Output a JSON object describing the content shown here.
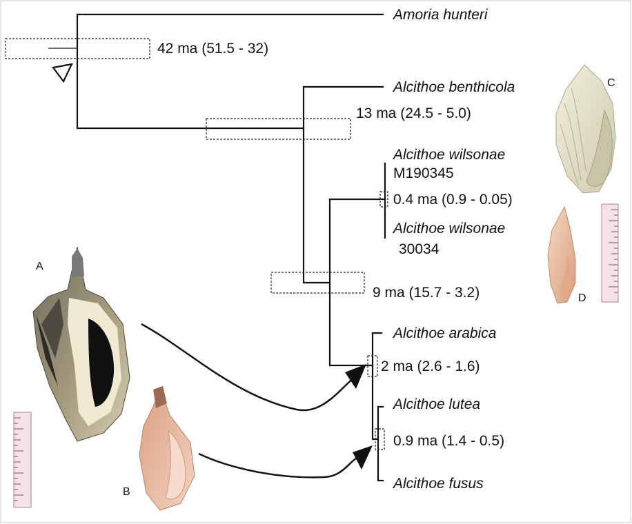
{
  "taxa": {
    "amoria_hunteri": "Amoria hunteri",
    "alcithoe_benthicola": "Alcithoe benthicola",
    "alcithoe_wilsonae_1": "Alcithoe wilsonae",
    "wilsonae_1_id": "M190345",
    "alcithoe_wilsonae_2": "Alcithoe wilsonae",
    "wilsonae_2_id": "30034",
    "alcithoe_arabica": "Alcithoe arabica",
    "alcithoe_lutea": "Alcithoe lutea",
    "alcithoe_fusus": "Alcithoe fusus"
  },
  "node_ages": {
    "root": "42 ma (51.5 - 32)",
    "benthicola_split": "13 ma (24.5 - 5.0)",
    "wilsonae": "0.4 ma (0.9 - 0.05)",
    "main_clade": "9 ma (15.7 - 3.2)",
    "arabica_clade": "2 ma (2.6 - 1.6)",
    "lutea_fusus": "0.9 ma (1.4 - 0.5)"
  },
  "shell_letters": {
    "a": "A",
    "b": "B",
    "c": "C",
    "d": "D"
  },
  "colors": {
    "branch": "#111111",
    "frame": "#c8c8c8",
    "shell_a_dark": "#3a3a36",
    "shell_b": "#e9b9a2",
    "shell_c": "#e5e2cc",
    "shell_d": "#f0c4a8",
    "ruler": "#f6e2e6"
  }
}
